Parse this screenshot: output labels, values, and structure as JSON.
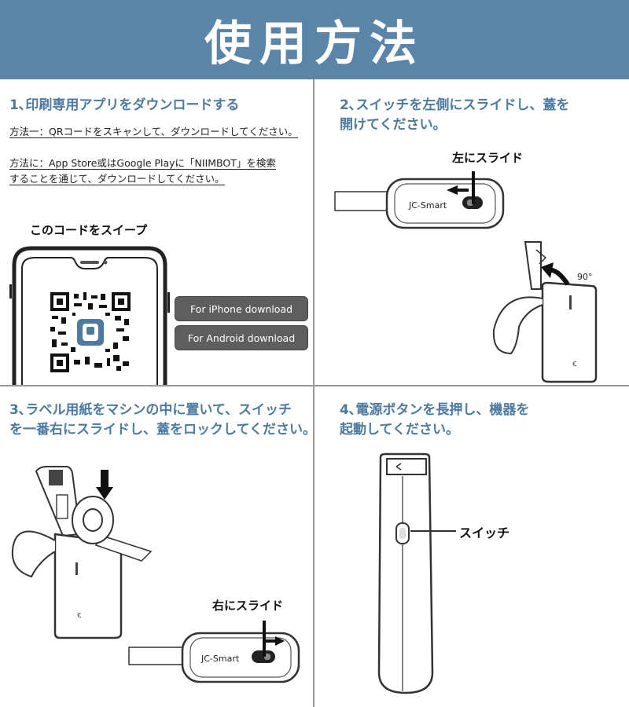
{
  "banner": {
    "title": "使用方法"
  },
  "step1": {
    "heading": "1､印刷専用アプリをダウンロードする",
    "method1": "方法一：QRコードをスキャンして、ダウンロードしてください。",
    "method2_line1": "方法に：App Store或はGoogle Playに「NIIMBOT」を検索",
    "method2_line2": "することを通じて、ダウンロードしてください。",
    "scan_label": "このコードをスイープ",
    "iphone_button": "For iPhone download",
    "android_button": "For Android download"
  },
  "step2": {
    "heading_line1": "2､スイッチを左側にスライドし、蓋を",
    "heading_line2": "開けてください。",
    "slide_left": "左にスライド",
    "device_brand": "JC-Smart",
    "angle": "90°"
  },
  "step3": {
    "heading_line1": "3､ラベル用紙をマシンの中に置いて、スイッチ",
    "heading_line2": "を一番右にスライドし、蓋をロックしてください。",
    "slide_right": "右にスライド",
    "device_brand": "JC-Smart"
  },
  "step4": {
    "heading_line1": "4､電源ボタンを長押し、機器を",
    "heading_line2": "起動してください。",
    "switch_label": "スイッチ"
  },
  "colors": {
    "banner": "#5b85a8",
    "heading": "#4d7aa0",
    "button": "#5e5e5e"
  }
}
